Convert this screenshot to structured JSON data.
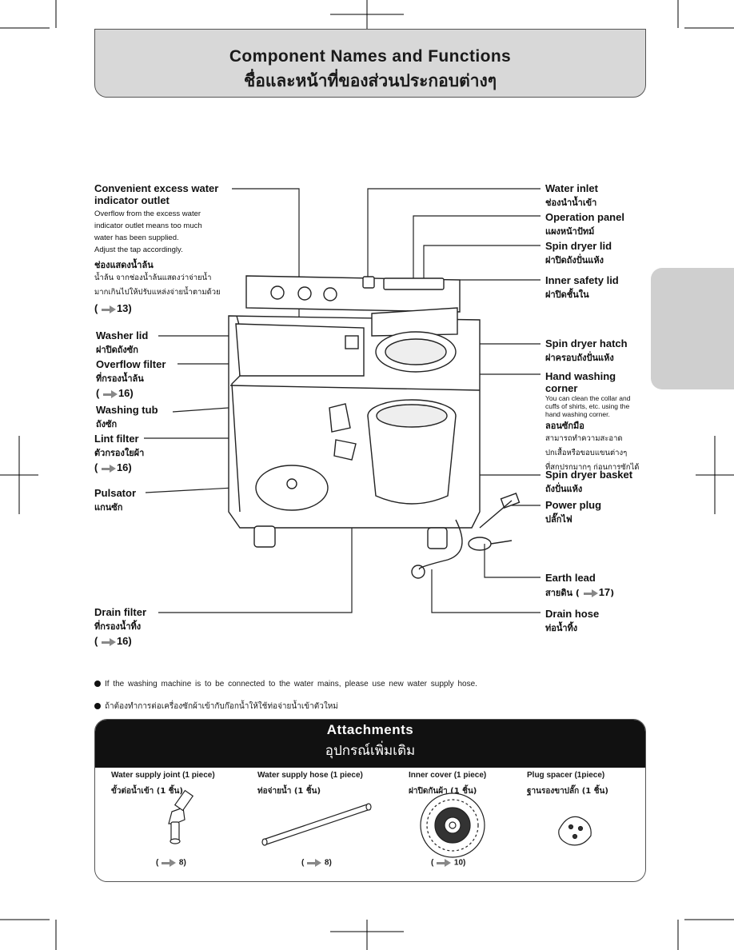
{
  "title": {
    "en": "Component Names and Functions",
    "th": "ชื่อและหน้าที่ของส่วนประกอบต่างๆ"
  },
  "left_labels": [
    {
      "id": "excess-water-outlet",
      "en": "Convenient excess water indicator outlet",
      "desc": [
        "Overflow from the excess water",
        "indicator outlet means too much",
        "water has been supplied.",
        "Adjust the tap accordingly."
      ],
      "th": "ช่องแสดงน้ำล้น",
      "desc_th": [
        "น้ำล้น จากช่องน้ำล้นแสดงว่าจ่ายน้ำ",
        "มากเกินไปให้ปรับแหล่งจ่ายน้ำตามด้วย"
      ],
      "ref": "13"
    },
    {
      "id": "washer-lid",
      "en": "Washer lid",
      "th": "ฝาปิดถังซัก"
    },
    {
      "id": "overflow-filter",
      "en": "Overflow filter",
      "th": "ที่กรองน้ำล้น",
      "ref": "16"
    },
    {
      "id": "washing-tub",
      "en": "Washing tub",
      "th": "ถังซัก"
    },
    {
      "id": "lint-filter",
      "en": "Lint filter",
      "th": "ตัวกรองใยผ้า",
      "ref": "16"
    },
    {
      "id": "pulsator",
      "en": "Pulsator",
      "th": "แกนซัก"
    },
    {
      "id": "drain-filter",
      "en": "Drain filter",
      "th": "ที่กรองน้ำทิ้ง",
      "ref": "16"
    }
  ],
  "right_labels": [
    {
      "id": "water-inlet",
      "en": "Water inlet",
      "th": "ช่องนำน้ำเข้า"
    },
    {
      "id": "operation-panel",
      "en": "Operation panel",
      "th": "แผงหน้าปัทม์"
    },
    {
      "id": "spin-dryer-lid",
      "en": "Spin dryer lid",
      "th": "ฝาปิดถังปั่นแห้ง"
    },
    {
      "id": "inner-safety-lid",
      "en": "Inner safety lid",
      "th": "ฝาปิดชั้นใน"
    },
    {
      "id": "spin-dryer-hatch",
      "en": "Spin dryer hatch",
      "th": "ฝาครอบถังปั่นแห้ง"
    },
    {
      "id": "hand-washing-corner",
      "en": "Hand washing corner",
      "desc": [
        "You can clean the collar and",
        "cuffs of shirts, etc. using the",
        "hand washing corner."
      ],
      "th": "ลอนซักมือ",
      "desc_th": [
        "สามารถทำความสะอาด",
        "ปกเสื้อหรือขอบแขนต่างๆ",
        "ที่สกปรกมากๆ ก่อนการซักได้"
      ]
    },
    {
      "id": "spin-dryer-basket",
      "en": "Spin dryer basket",
      "th": "ถังปั่นแห้ง"
    },
    {
      "id": "power-plug",
      "en": "Power plug",
      "th": "ปลั๊กไฟ"
    },
    {
      "id": "earth-lead",
      "en": "Earth lead",
      "th": "สายดิน",
      "ref": "17"
    },
    {
      "id": "drain-hose",
      "en": "Drain hose",
      "th": "ท่อน้ำทิ้ง"
    }
  ],
  "notes": {
    "en": "If the washing machine is to be connected to the water mains, please use new water supply hose.",
    "th": "ถ้าต้องทำการต่อเครื่องซักผ้าเข้ากับก๊อกน้ำให้ใช้ท่อจ่ายน้ำเข้าตัวใหม่"
  },
  "attachments": {
    "title_en": "Attachments",
    "title_th": "อุปกรณ์เพิ่มเติม",
    "items": [
      {
        "en": "Water supply joint (1 piece)",
        "th": "ขั้วต่อน้ำเข้า (1 ชิ้น)",
        "ref": "8"
      },
      {
        "en": "Water supply hose (1 piece)",
        "th": "ท่อจ่ายน้ำ (1 ชิ้น)",
        "ref": "8"
      },
      {
        "en": "Inner cover (1 piece)",
        "th": "ฝาปิดกันผ้า (1 ชิ้น)",
        "ref": "10"
      },
      {
        "en": "Plug spacer (1piece)",
        "th": "ฐานรองขาปลั๊ก (1 ชิ้น)",
        "ref": ""
      }
    ]
  }
}
